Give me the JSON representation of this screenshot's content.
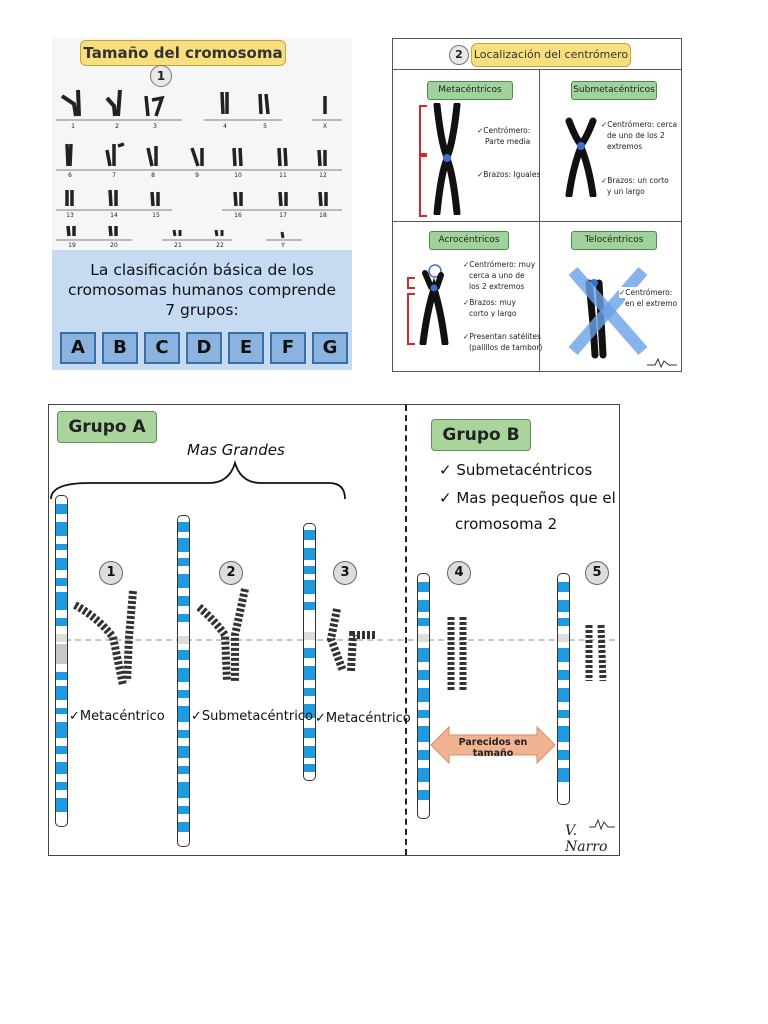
{
  "panel1": {
    "title": "Tamaño del cromosoma",
    "number": "1",
    "chromosome_labels": [
      "1",
      "2",
      "3",
      "4",
      "5",
      "X",
      "6",
      "7",
      "8",
      "9",
      "10",
      "11",
      "12",
      "13",
      "14",
      "15",
      "16",
      "17",
      "18",
      "19",
      "20",
      "21",
      "22",
      "Y"
    ],
    "text": "La clasificación básica de los cromosomas humanos comprende 7 grupos:",
    "groups": [
      "A",
      "B",
      "C",
      "D",
      "E",
      "F",
      "G"
    ]
  },
  "panel2": {
    "number": "2",
    "title": "Localización del centrómero",
    "metacentricos": {
      "label": "Metacéntricos",
      "c1": "✓Centrómero:",
      "c2": "Parte media",
      "b1": "✓Brazos: Iguales"
    },
    "submetacentricos": {
      "label": "Submetacéntricos",
      "l1": "✓Centrómero: cerca",
      "l2": "de uno de los 2",
      "l3": "extremos",
      "l4": "✓Brazos: un corto",
      "l5": "y un largo"
    },
    "acrocentricos": {
      "label": "Acrocéntricos",
      "l1": "✓Centrómero: muy",
      "l2": "cerca a uno de",
      "l3": "los 2 extremos",
      "l4": "✓Brazos: muy",
      "l5": "corto y largo",
      "l6": "✓Presentan satélites",
      "l7": "(palillos de tambor)"
    },
    "telocentricos": {
      "label": "Telocéntricos",
      "l1": "✓Centrómero:",
      "l2": "en el extremo"
    }
  },
  "panel3": {
    "grupo_a": "Grupo A",
    "grupo_b": "Grupo B",
    "mas_grandes": "Mas Grandes",
    "b_point1": "✓ Submetacéntricos",
    "b_point2": "✓ Mas pequeños que el",
    "b_point3": "cromosoma 2",
    "numbers": [
      "1",
      "2",
      "3",
      "4",
      "5"
    ],
    "type1": "✓Metacéntrico",
    "type2": "✓Submetacéntrico",
    "type3": "✓Metacéntrico",
    "arrow_label": "Parecidos en tamaño",
    "signature": "V. Narro"
  },
  "colors": {
    "band_blue": "#1e9ae0",
    "group_green": "#a9d59c",
    "tag_yellow": "#f7df7e",
    "arrow_orange": "#f2b393"
  }
}
